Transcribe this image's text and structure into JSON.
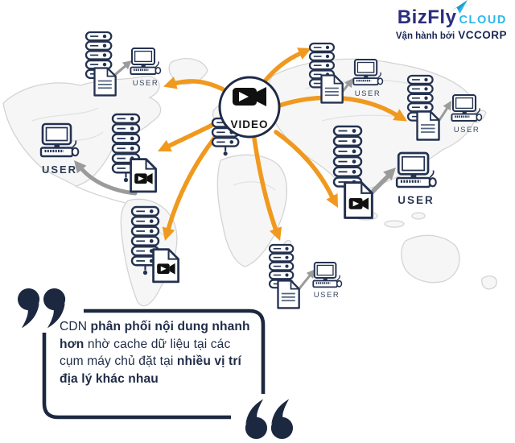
{
  "logo": {
    "brand": "BizFly",
    "product": "CLOUD",
    "tagline": "Vận hành bởi",
    "company": "VCCORP"
  },
  "diagram": {
    "center_label": "VIDEO",
    "user_labels": {
      "top_left": "USER",
      "top_right": "USER",
      "far_right": "USER",
      "left": "USER",
      "mid_right": "USER",
      "bottom_middle": "USER"
    }
  },
  "quote": {
    "l1a": "CDN ",
    "l1b": "phân phối nội dung nhanh",
    "l2a": "hơn",
    "l2b": " nhờ cache dữ liệu tại các",
    "l3a": "cụm máy chủ đặt tại ",
    "l3b": "nhiều vị trí",
    "l4a": "địa lý khác nhau"
  },
  "colors": {
    "arrow_orange": "#F0991F",
    "navy": "#1F2B47",
    "icon_navy": "#243250",
    "logo_indigo": "#2B2E7E",
    "logo_cyan": "#2BB8EA",
    "arrow_gray": "#9B9B9B",
    "map_gray": "#D4D4D4",
    "cam_black": "#101010"
  }
}
